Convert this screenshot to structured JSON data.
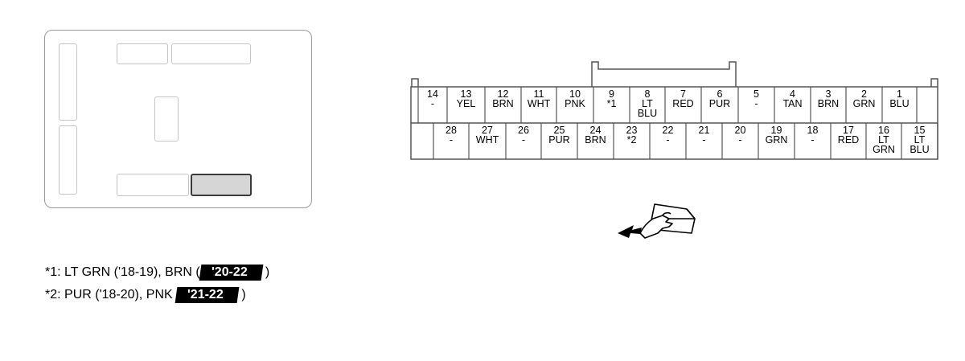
{
  "connector": {
    "top_row": [
      {
        "pin": "14",
        "color": "-"
      },
      {
        "pin": "13",
        "color": "YEL"
      },
      {
        "pin": "12",
        "color": "BRN"
      },
      {
        "pin": "11",
        "color": "WHT"
      },
      {
        "pin": "10",
        "color": "PNK"
      },
      {
        "pin": "9",
        "color": "*1"
      },
      {
        "pin": "8",
        "color": "LT\nBLU"
      },
      {
        "pin": "7",
        "color": "RED"
      },
      {
        "pin": "6",
        "color": "PUR"
      },
      {
        "pin": "5",
        "color": "-"
      },
      {
        "pin": "4",
        "color": "TAN"
      },
      {
        "pin": "3",
        "color": "BRN"
      },
      {
        "pin": "2",
        "color": "GRN"
      },
      {
        "pin": "1",
        "color": "BLU"
      }
    ],
    "bottom_row": [
      {
        "pin": "28",
        "color": "-"
      },
      {
        "pin": "27",
        "color": "WHT"
      },
      {
        "pin": "26",
        "color": "-"
      },
      {
        "pin": "25",
        "color": "PUR"
      },
      {
        "pin": "24",
        "color": "BRN"
      },
      {
        "pin": "23",
        "color": "*2"
      },
      {
        "pin": "22",
        "color": "-"
      },
      {
        "pin": "21",
        "color": "-"
      },
      {
        "pin": "20",
        "color": "-"
      },
      {
        "pin": "19",
        "color": "GRN"
      },
      {
        "pin": "18",
        "color": "-"
      },
      {
        "pin": "17",
        "color": "RED"
      },
      {
        "pin": "16",
        "color": "LT\nGRN"
      },
      {
        "pin": "15",
        "color": "LT\nBLU"
      }
    ]
  },
  "notes": {
    "n1_prefix": "*1: LT GRN ('18-19), BRN (",
    "n1_tag": "'20-22",
    "n1_suffix": ")",
    "n2_prefix": "*2: PUR ('18-20), PNK",
    "n2_tag": "'21-22",
    "n2_suffix": ")"
  },
  "colors": {
    "highlight_fill": "#d6d6d6",
    "tag_background": "#000000"
  }
}
